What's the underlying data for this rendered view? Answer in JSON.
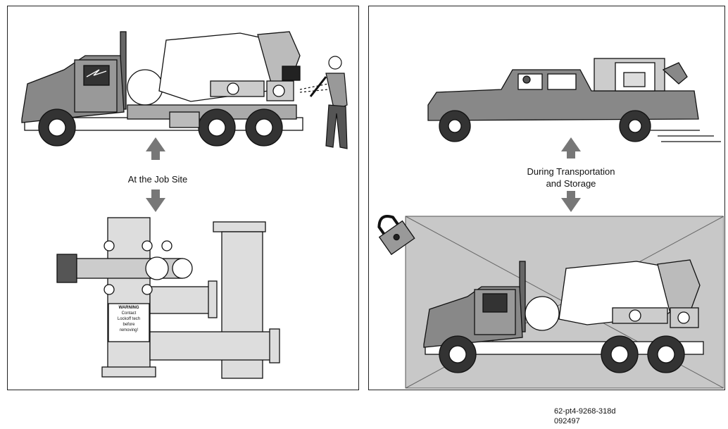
{
  "left_panel": {
    "caption": "At the Job Site",
    "warning_sign": [
      "WARNING",
      "Contact",
      "Lockoff tech",
      "before",
      "removing!"
    ]
  },
  "right_panel": {
    "caption_line1": "During Transportation",
    "caption_line2": "and Storage"
  },
  "footer": {
    "code": "62-pt4-9268-318d",
    "date": "092497"
  }
}
